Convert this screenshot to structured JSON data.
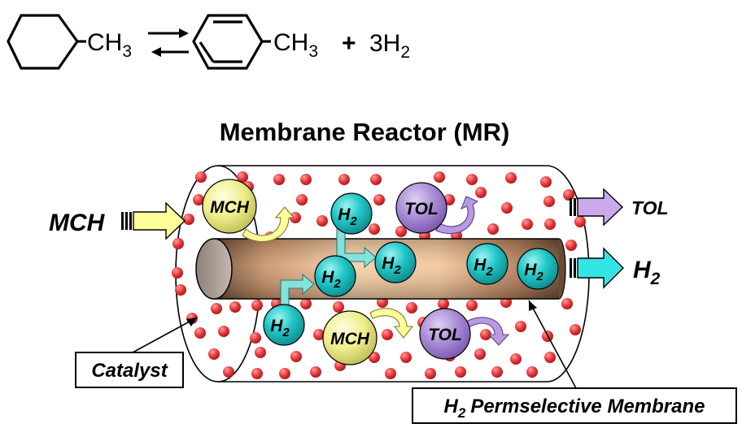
{
  "equation": {
    "reactant_group": "CH",
    "reactant_sub": "3",
    "product_group": "CH",
    "product_sub": "3",
    "plus": "+",
    "hydrogen_coeff": "3H",
    "hydrogen_sub": "2"
  },
  "title": "Membrane Reactor (MR)",
  "streams": {
    "inlet": "MCH",
    "outlet_tol": "TOL",
    "outlet_h2": "H",
    "outlet_h2_sub": "2"
  },
  "molecules": {
    "mch": "MCH",
    "tol": "TOL",
    "h2": "H",
    "h2_sub": "2"
  },
  "callouts": {
    "catalyst": "Catalyst",
    "membrane_h": "H",
    "membrane_sub": "2",
    "membrane_rest": "Permselective Membrane"
  },
  "colors": {
    "catalyst_dot": "#e5383b",
    "h2_fill": "#22c7c7",
    "mch_fill": "#eeee8a",
    "tol_fill": "#a98ad4",
    "inlet_arrow": "#ffff99",
    "tol_arrow": "#c9a9ec",
    "h2_arrow": "#33e5e5",
    "membrane_light": "#f6cfa6",
    "membrane_dark": "#6b4a32"
  }
}
